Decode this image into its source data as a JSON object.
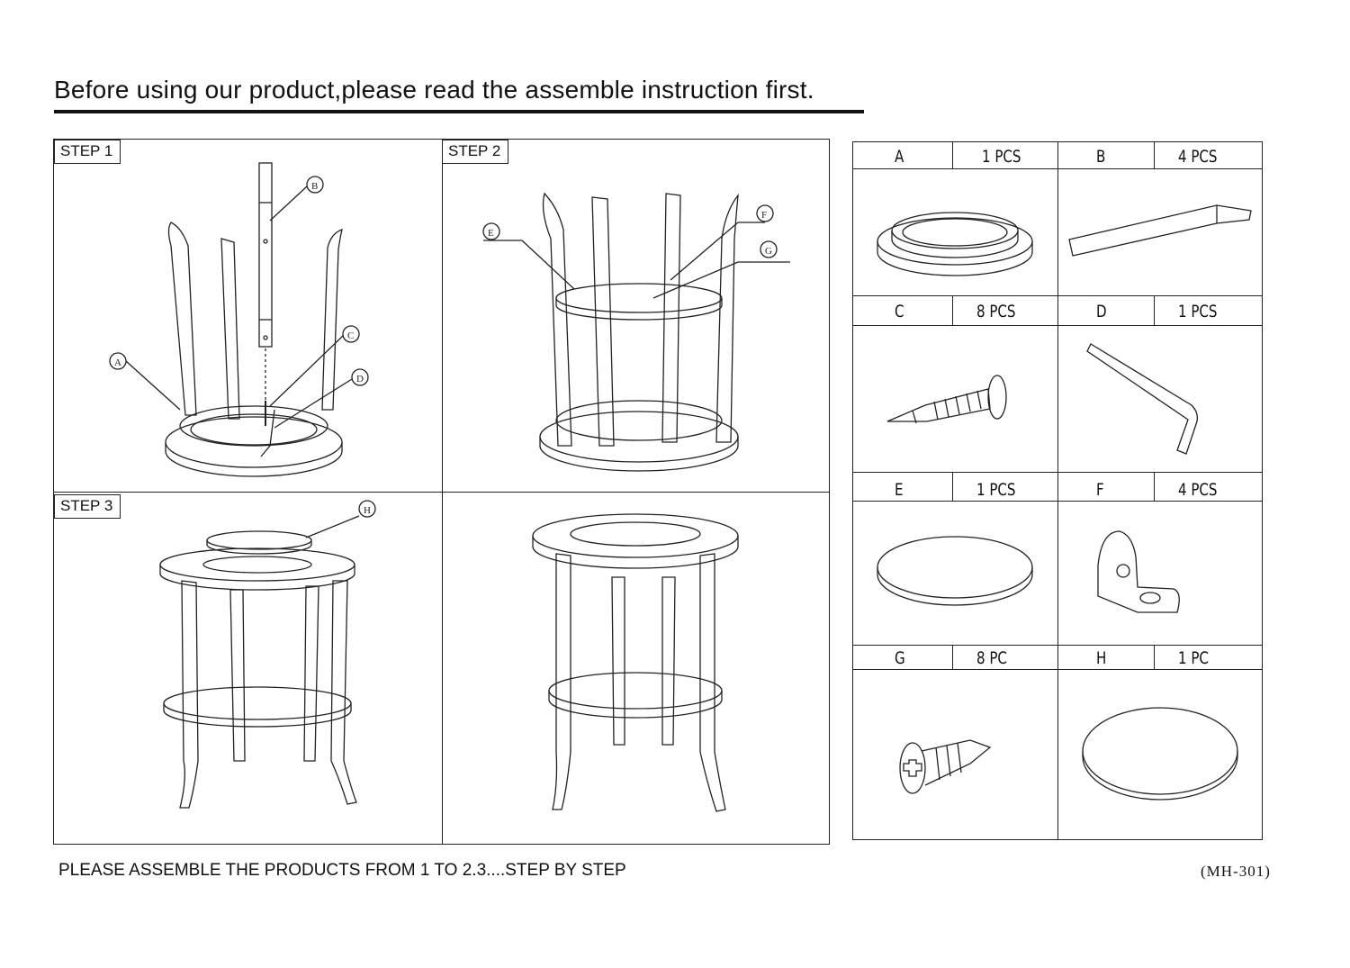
{
  "header": {
    "title": "Before using our product,please read the assemble instruction first."
  },
  "steps": [
    {
      "label": "STEP 1",
      "callouts": [
        "B",
        "A",
        "C",
        "D"
      ]
    },
    {
      "label": "STEP 2",
      "callouts": [
        "E",
        "F",
        "G"
      ]
    },
    {
      "label": "STEP 3",
      "callouts": [
        "H"
      ]
    }
  ],
  "parts": [
    {
      "letter": "A",
      "qty": "1 PCS"
    },
    {
      "letter": "B",
      "qty": "4 PCS"
    },
    {
      "letter": "C",
      "qty": "8 PCS"
    },
    {
      "letter": "D",
      "qty": "1 PCS"
    },
    {
      "letter": "E",
      "qty": "1 PCS"
    },
    {
      "letter": "F",
      "qty": "4 PCS"
    },
    {
      "letter": "G",
      "qty": "8 PC"
    },
    {
      "letter": "H",
      "qty": "1 PC"
    }
  ],
  "footer": {
    "instruction": "PLEASE ASSEMBLE THE PRODUCTS FROM 1 TO 2.3....STEP BY STEP",
    "model": "(MH-301)"
  },
  "colors": {
    "line": "#222222",
    "background": "#ffffff"
  }
}
